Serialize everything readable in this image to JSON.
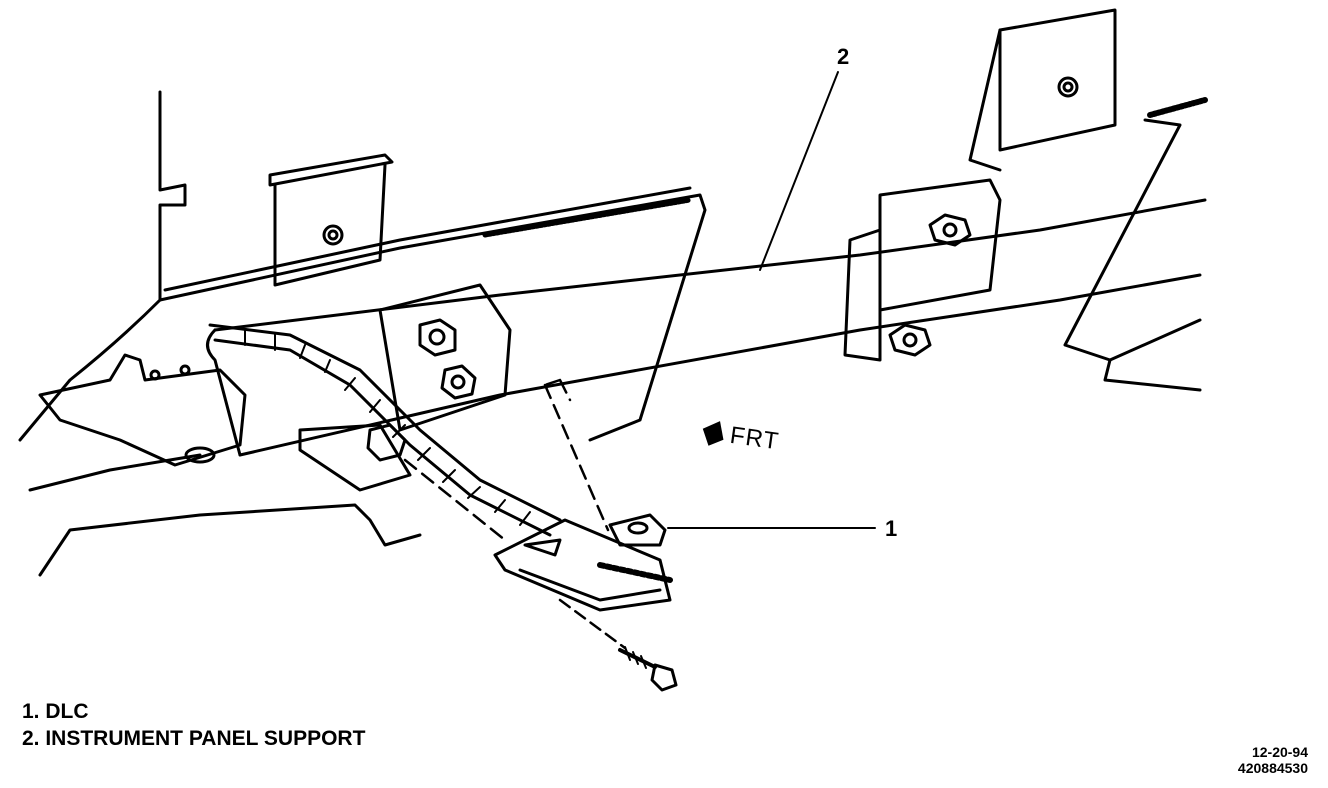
{
  "callouts": {
    "c1": "1",
    "c2": "2"
  },
  "direction_label": "FRT",
  "legend": [
    {
      "text": "1. DLC"
    },
    {
      "text": "2. INSTRUMENT PANEL SUPPORT"
    }
  ],
  "footer": {
    "date": "12-20-94",
    "figure_id": "420884530"
  }
}
